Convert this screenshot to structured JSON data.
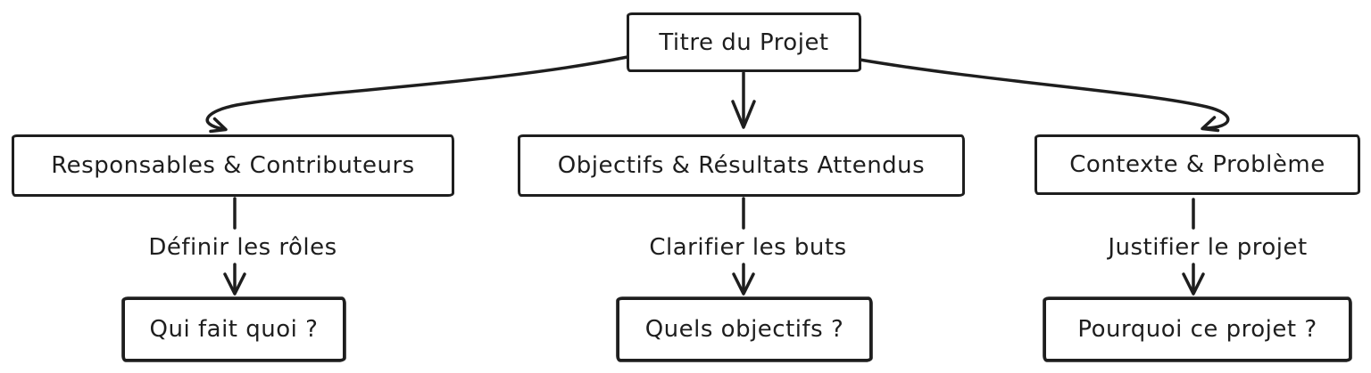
{
  "diagram": {
    "root": {
      "label": "Titre du Projet"
    },
    "branches": [
      {
        "node_label": "Responsables & Contributeurs",
        "edge_label": "Définir les rôles",
        "leaf_label": "Qui fait quoi ?"
      },
      {
        "node_label": "Objectifs & Résultats Attendus",
        "edge_label": "Clarifier les buts",
        "leaf_label": "Quels objectifs ?"
      },
      {
        "node_label": "Contexte & Problème",
        "edge_label": "Justifier le projet",
        "leaf_label": "Pourquoi ce projet ?"
      }
    ],
    "style": {
      "stroke_color": "#1e1e1e",
      "background_color": "#ffffff"
    }
  }
}
